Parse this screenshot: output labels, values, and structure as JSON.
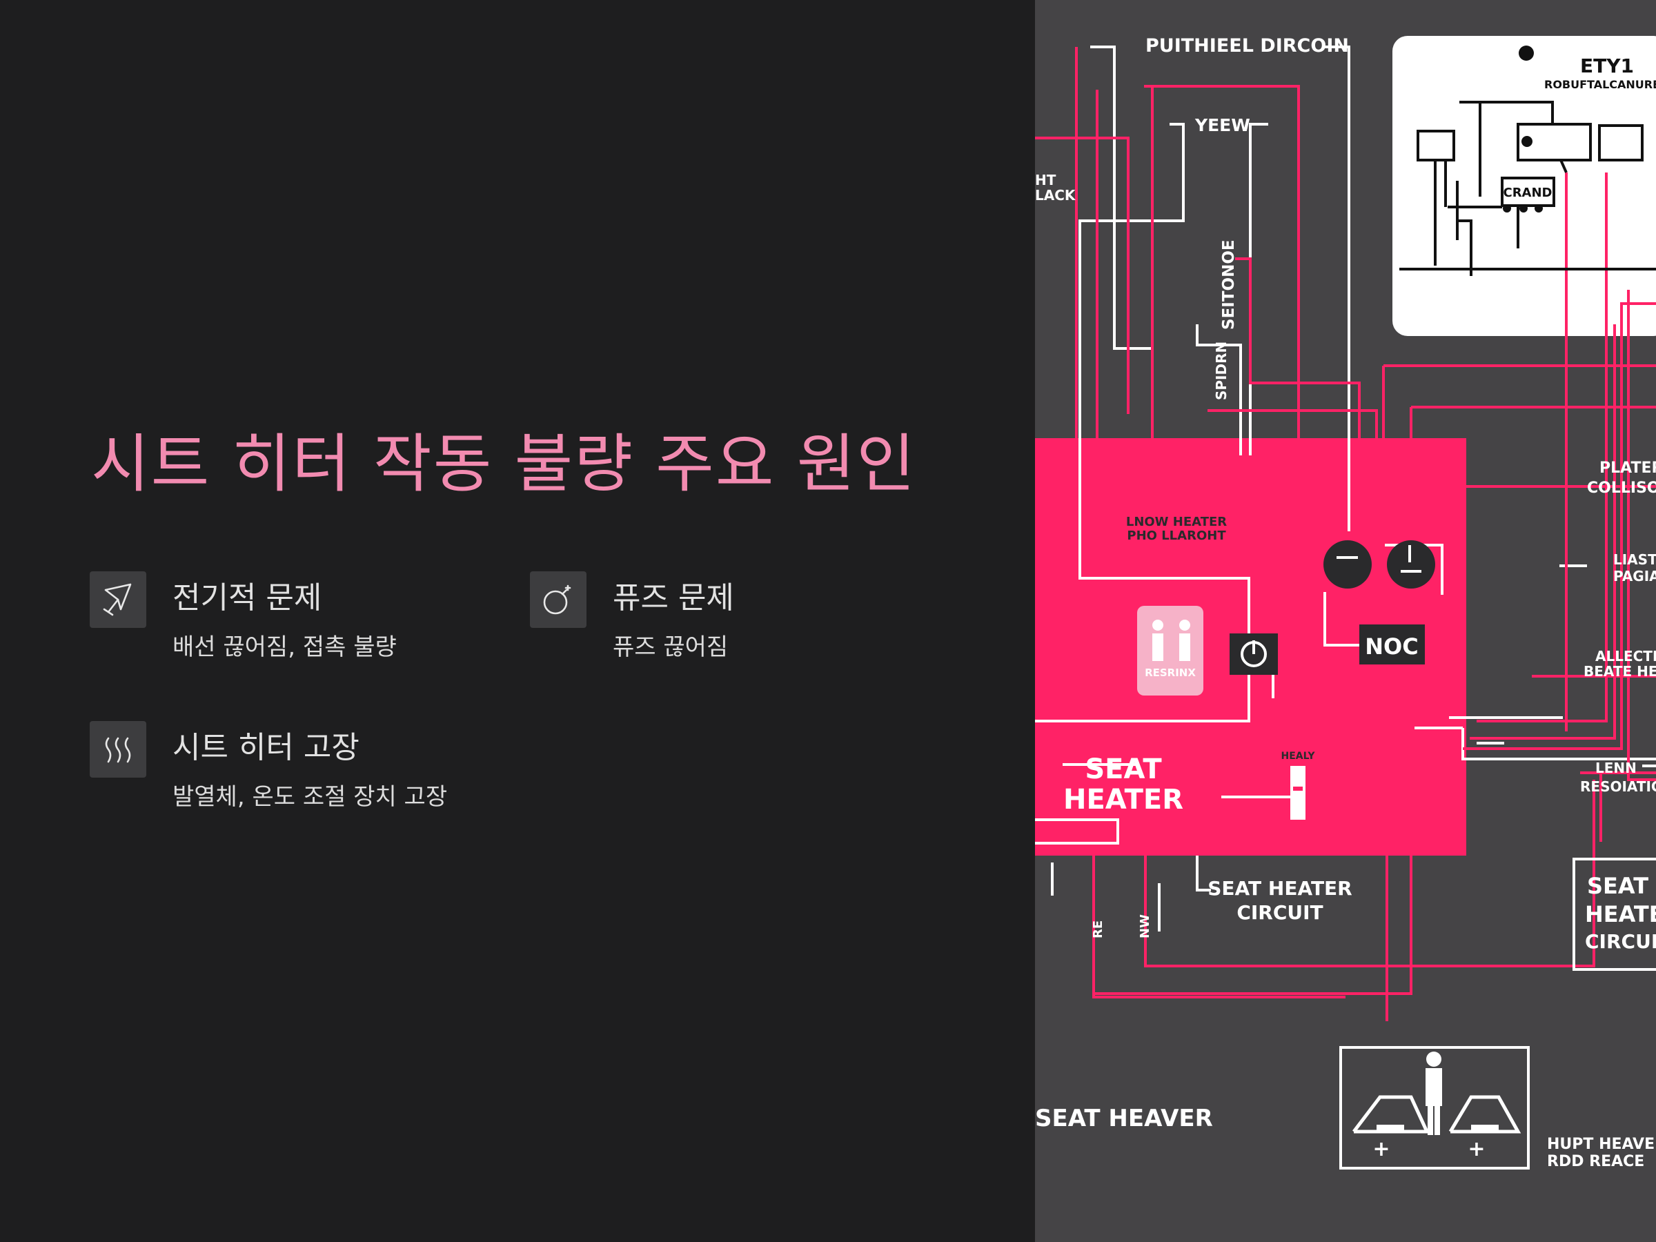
{
  "slide": {
    "title": "시트 히터 작동 불량 주요 원인",
    "items": [
      {
        "icon": "plug-icon",
        "title": "전기적 문제",
        "desc": "배선 끊어짐, 접촉 불량"
      },
      {
        "icon": "fuse-icon",
        "title": "퓨즈 문제",
        "desc": "퓨즈 끊어짐"
      },
      {
        "icon": "heat-waves-icon",
        "title": "시트 히터 고장",
        "desc": "발열체, 온도 조절 장치 고장"
      }
    ]
  },
  "diagram": {
    "labels": {
      "top": "PUITHIEEL DIRCOIN",
      "yeew": "YEEW",
      "seitonoe": "SEITONOE",
      "spidrn": "SPIDRN",
      "left_cut": "HT\nLACK",
      "ety1": "ETY1",
      "robust": "ROBUFTALCANURE",
      "crand": "CRAND",
      "lnow_heater_1": "LNOW HEATER",
      "lnow_heater_2": "PHO LLAROHT",
      "resrinx": "RESRINX",
      "noc": "NOC",
      "healy": "HEALY",
      "seat_heater_1": "SEAT",
      "seat_heater_2": "HEATER",
      "circuit_1": "SEAT HEATER",
      "circuit_2": "CIRCUIT",
      "re": "RE",
      "nw": "NW",
      "plater": "PLATER",
      "colliso": "COLLISON",
      "liast": "LIAST",
      "pagia": "PAGIAI",
      "allecti": "ALLECTI",
      "beate": "BEATE HEA",
      "lenn": "LENN",
      "resoiatic": "RESOIATIC",
      "seat_box_1": "SEAT",
      "seat_box_2": "HEATE",
      "seat_box_3": "CIRCUIT",
      "seat_heaver": "SEAT HEAVER",
      "hupt_1": "HUPT HEAVER.",
      "hupt_2": "RDD REACE"
    },
    "colors": {
      "pink": "#ff2266",
      "panel": "#454446",
      "dark": "#2a2a2c",
      "white": "#ffffff"
    }
  }
}
